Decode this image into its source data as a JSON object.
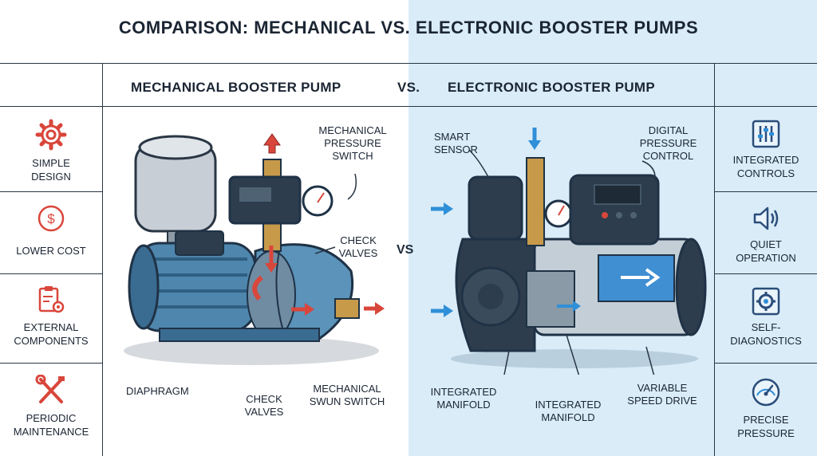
{
  "title": "COMPARISON: MECHANICAL VS. ELECTRONIC BOOSTER PUMPS",
  "header": {
    "left": "MECHANICAL BOOSTER PUMP",
    "vs": "VS.",
    "right": "ELECTRONIC BOOSTER PUMP"
  },
  "center_vs": "VS",
  "left_features": [
    {
      "icon": "gear-icon",
      "label": "SIMPLE\nDESIGN"
    },
    {
      "icon": "dollar-icon",
      "label": "LOWER COST"
    },
    {
      "icon": "clipboard-gear-icon",
      "label": "EXTERNAL\nCOMPONENTS"
    },
    {
      "icon": "wrench-screwdriver-icon",
      "label": "PERIODIC\nMAINTENANCE"
    }
  ],
  "right_features": [
    {
      "icon": "sliders-icon",
      "label": "INTEGRATED\nCONTROLS"
    },
    {
      "icon": "speaker-icon",
      "label": "QUIET\nOPERATION"
    },
    {
      "icon": "self-diagnostic-icon",
      "label": "SELF-\nDIAGNOSTICS"
    },
    {
      "icon": "gauge-icon",
      "label": "PRECISE\nPRESSURE"
    }
  ],
  "left_annotations": {
    "pressure_switch": "MECHANICAL\nPRESSURE\nSWITCH",
    "check_valves_top": "CHECK\nVALVES",
    "diaphragm": "DIAPHRAGM",
    "check_valves_bottom": "CHECK\nVALVES",
    "mechanical_switch": "MECHANICAL\nSWUN SWITCH"
  },
  "right_annotations": {
    "smart_sensor": "SMART\nSENSOR",
    "digital_control": "DIGITAL\nPRESSURE\nCONTROL",
    "manifold_left": "INTEGRATED\nMANIFOLD",
    "manifold_right": "INTEGRATED\nMANIFOLD",
    "vsd": "VARIABLE\nSPEED DRIVE"
  },
  "colors": {
    "accent_left": "#d9463b",
    "accent_right": "#2f8fd8",
    "panel_right_bg": "#d9ecf8",
    "pump_blue": "#4f86ad",
    "steel": "#a9b7c2"
  }
}
